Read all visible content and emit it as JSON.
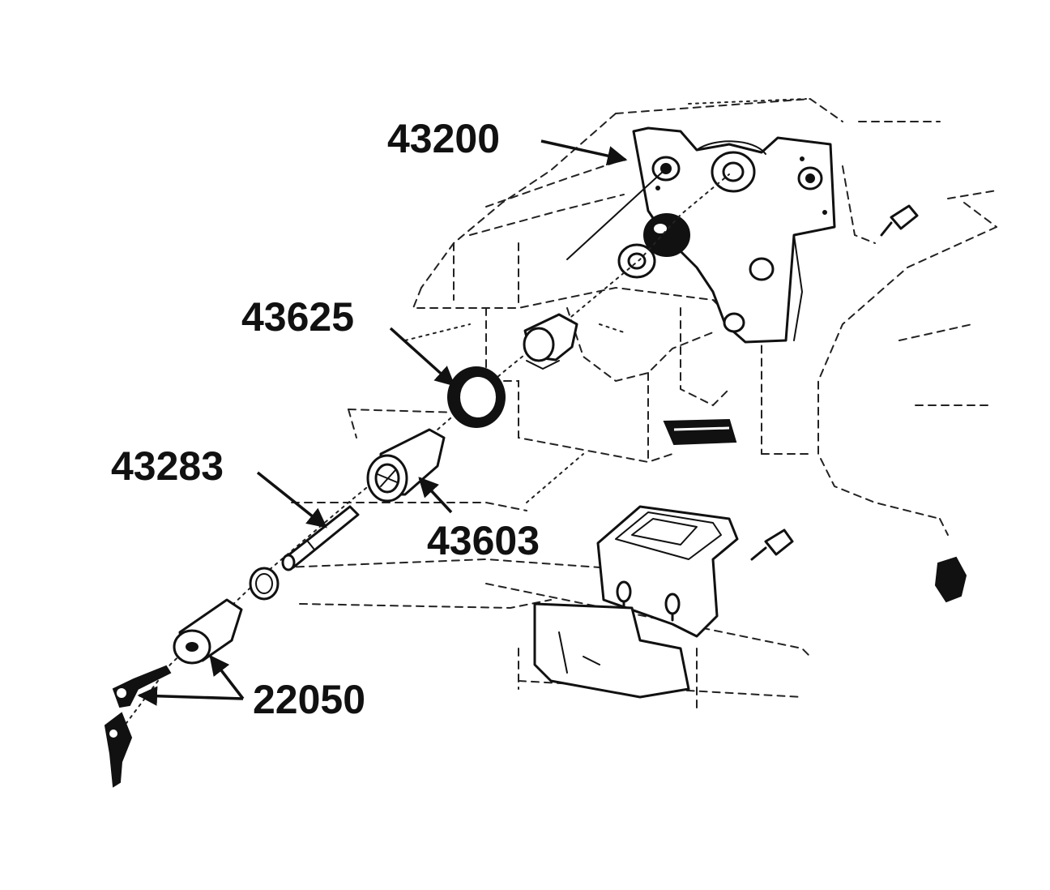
{
  "diagram": {
    "callouts": [
      {
        "id": "43200",
        "label": "43200"
      },
      {
        "id": "43625",
        "label": "43625"
      },
      {
        "id": "43283",
        "label": "43283"
      },
      {
        "id": "43603",
        "label": "43603"
      },
      {
        "id": "22050",
        "label": "22050"
      }
    ],
    "colors": {
      "ink": "#111111",
      "background": "#ffffff"
    }
  }
}
